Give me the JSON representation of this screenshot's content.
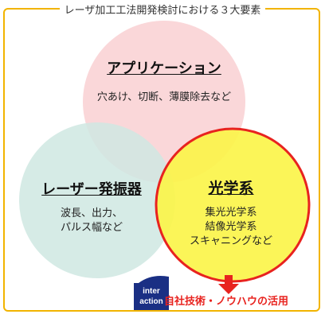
{
  "title": "レーザ加工工法開発検討における３大要素",
  "circles": {
    "application": {
      "heading": "アプリケーション",
      "desc": "穴あけ、切断、薄膜除去など"
    },
    "laser": {
      "heading": "レーザー発振器",
      "desc_lines": [
        "波長、出力、",
        "パルス幅など"
      ]
    },
    "optics": {
      "heading": "光学系",
      "desc_lines": [
        "集光光学系",
        "結像光学系",
        "スキャニングなど"
      ]
    }
  },
  "logo": {
    "line1": "inter",
    "line2": "action"
  },
  "footer": {
    "text": "自社技術・ノウハウの活用"
  },
  "colors": {
    "frame": "#f2b400",
    "application_fill": "#f9d3d5",
    "laser_fill": "#cfe8e2",
    "optics_fill": "#fbf44a",
    "optics_stroke": "#e8231f",
    "arrow": "#e8231f",
    "logo": "#1a2f84"
  }
}
